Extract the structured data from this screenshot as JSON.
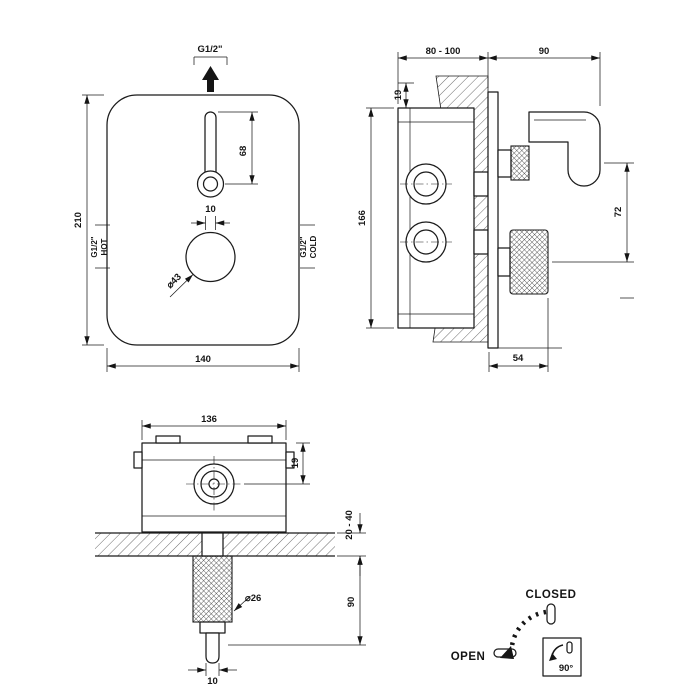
{
  "front_view": {
    "outlet_thread": "G1/2\"",
    "lever_travel": "68",
    "plate_height": "210",
    "plate_width": "140",
    "hot_thread": "G1/2\"",
    "hot_label": "HOT",
    "cold_thread": "G1/2\"",
    "cold_label": "COLD",
    "knob_offset": "10",
    "knob_diameter": "⌀43"
  },
  "side_view": {
    "depth_range": "80 - 100",
    "lever_reach": "90",
    "top_offset": "19",
    "body_height": "166",
    "handle_spacing": "72",
    "knob_projection": "54"
  },
  "top_view": {
    "body_width": "136",
    "valve_offset": "19",
    "wall_thickness": "20 - 40",
    "projection": "90",
    "handle_diameter": "⌀26",
    "stem_diameter": "10"
  },
  "operation": {
    "closed_label": "CLOSED",
    "open_label": "OPEN",
    "rotation_angle": "90°"
  }
}
